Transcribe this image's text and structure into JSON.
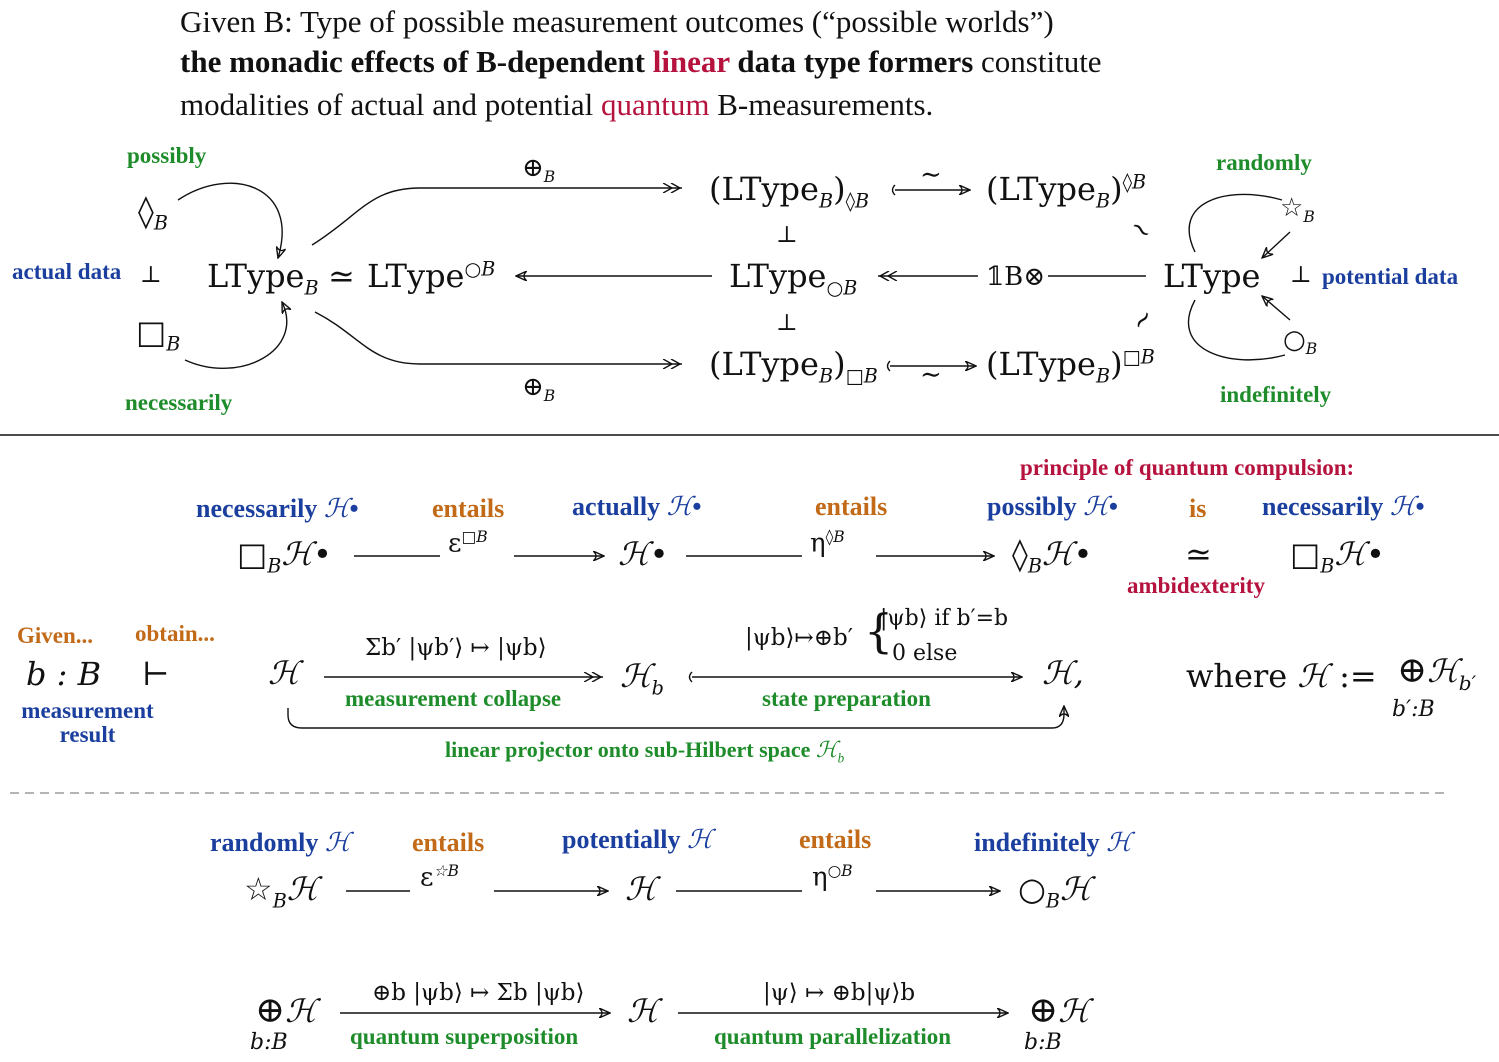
{
  "intro": {
    "line1": "Given B: Type of possible measurement outcomes (“possible worlds”)",
    "line2_bold": "the monadic effects of B-dependent ",
    "line2_red": "linear",
    "line2_bold2": " data type formers",
    "line2_rest": " constitute",
    "line3_a": "modalities of actual and potential ",
    "line3_red": "quantum",
    "line3_b": " B-measurements."
  },
  "top": {
    "possibly": "possibly",
    "necessarily": "necessarily",
    "actual_data": "actual data",
    "randomly": "randomly",
    "indefinitely": "indefinitely",
    "potential_data": "potential data",
    "ltype_b": "LType",
    "ltype_b_sub": "B",
    "simeq": "≃",
    "ltype_o": "LType",
    "ltype_o_sup": "○B",
    "ltype_ob": "LType",
    "ltype_ob_sub": "○B",
    "ltype": "LType",
    "upper_node": "(LType",
    "upper_node_sub": "B",
    "upper_node_sub2": "◊B",
    "upper_right": "(LType",
    "upper_right_sup": "◊B",
    "lower_node": "(LType",
    "lower_node_sub2": "□B",
    "lower_right_sup": "□B",
    "oplus_b": "⊕",
    "tensor_label": "𝟙B⊗",
    "perp": "⊥",
    "tilde": "∼",
    "diamond_b": "◊",
    "box_b": "□",
    "star_b": "☆",
    "circ_b": "○",
    "sub_b": "B"
  },
  "mid": {
    "principle": "principle of quantum compulsion:",
    "necessarily_h": "necessarily",
    "entails1": "entails",
    "actually_h": "actually",
    "entails2": "entails",
    "possibly_h": "possibly",
    "is": "is",
    "necessarily_h2": "necessarily",
    "ambidexterity": "ambidexterity",
    "given": "Given...",
    "obtain": "obtain...",
    "b_colon_B": "b : B",
    "turnstile": "⊢",
    "measurement_result": "measurement result",
    "sum_label": "Σb′ |ψb′⟩ ↦ |ψb⟩",
    "measurement_collapse": "measurement collapse",
    "state_prep_label": "|ψb⟩↦⊕b′",
    "case1": "|ψb⟩ if b′=b",
    "case2": "0    else",
    "state_preparation": "state preparation",
    "linear_projector": "linear projector onto sub-Hilbert space ",
    "where": "where",
    "assign": ":=",
    "sub_bprime": "b′:B"
  },
  "bottom": {
    "randomly_h": "randomly",
    "entails1": "entails",
    "potentially_h": "potentially",
    "entails2": "entails",
    "indefinitely_h": "indefinitely",
    "superposition_label": "⊕b |ψb⟩ ↦ Σb |ψb⟩",
    "quantum_superposition": "quantum superposition",
    "parallel_label": "|ψ⟩ ↦ ⊕b|ψ⟩b",
    "quantum_parallelization": "quantum parallelization",
    "sub_bB": "b:B"
  }
}
